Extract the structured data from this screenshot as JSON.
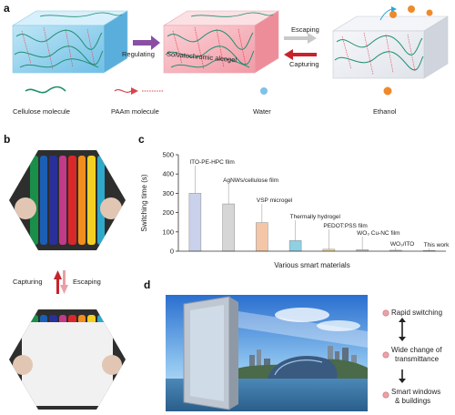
{
  "panels": {
    "a": {
      "letter": "a",
      "arrow_regulating": "Regulating",
      "gel_label": "Solvatochromic alcogel",
      "escaping": "Escaping",
      "capturing": "Capturing",
      "legend": [
        {
          "label": "Cellulose molecule",
          "color": "#1f8f6e"
        },
        {
          "label": "PAAm molecule",
          "color": "#d9434a"
        },
        {
          "label": "Water",
          "color": "#7ec2ea"
        },
        {
          "label": "Ethanol",
          "color": "#ef8a2c"
        }
      ]
    },
    "b": {
      "letter": "b",
      "capturing": "Capturing",
      "escaping": "Escaping",
      "stripe_colors": [
        "#1a8f4a",
        "#1b5fb5",
        "#2a2f9a",
        "#c23a8a",
        "#d9282a",
        "#f08d1c",
        "#f2cf22",
        "#2fa9c9"
      ]
    },
    "c": {
      "letter": "c",
      "chart_data": {
        "type": "bar",
        "xlabel": "Various smart materials",
        "ylabel": "Switching time (s)",
        "ylim": [
          0,
          500
        ],
        "yticks": [
          0,
          100,
          200,
          300,
          400,
          500
        ],
        "categories": [
          "ITO-PE-HPC film",
          "AgNWs/cellulose film",
          "VSP microgel",
          "Thermally hydrogel",
          "PEDOT:PSS film",
          "WO₃ Cu-NC film",
          "WO₃/ITO",
          "This work"
        ],
        "values": [
          300,
          245,
          148,
          55,
          10,
          8,
          5,
          4
        ],
        "bar_colors": [
          "#c9d2ea",
          "#d6d6d6",
          "#f3c6a8",
          "#8fd0e3",
          "#f2dc92",
          "#d2d2d2",
          "#d8d8d8",
          "#f2b0b0"
        ]
      }
    },
    "d": {
      "letter": "d",
      "features": [
        "Rapid switching",
        "Wide change of transmittance",
        "Smart windows & buildings"
      ],
      "feature_lines": [
        [
          "Rapid switching"
        ],
        [
          "Wide change of",
          "transmittance"
        ],
        [
          "Smart windows",
          "& buildings"
        ]
      ]
    }
  }
}
